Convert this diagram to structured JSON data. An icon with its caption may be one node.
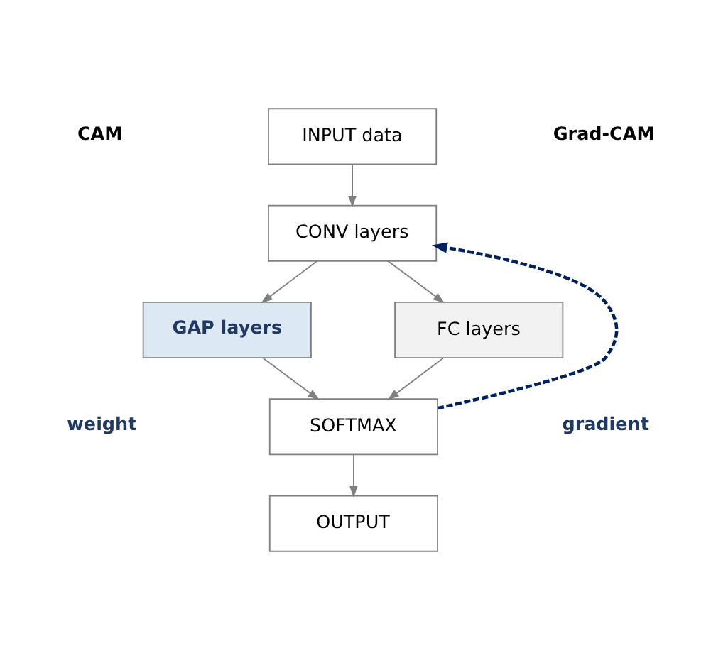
{
  "diagram": {
    "nodes": [
      {
        "text": [
          "INPUT data"
        ]
      },
      {
        "text": [
          "CONV layers"
        ]
      },
      {
        "text": [
          "GAP layers"
        ]
      },
      {
        "text": [
          "FC layers"
        ]
      },
      {
        "text": [
          "SOFTMAX"
        ]
      },
      {
        "text": [
          "OUTPUT"
        ]
      }
    ],
    "edges": [
      {
        "from": 0,
        "to": 1,
        "arrow": "to"
      },
      {
        "from": 1,
        "to": 2,
        "arrow": "to"
      },
      {
        "from": 1,
        "to": 3,
        "arrow": "to"
      },
      {
        "from": 2,
        "to": 4,
        "arrow": "to"
      },
      {
        "from": 3,
        "to": 4,
        "arrow": "to"
      },
      {
        "from": 4,
        "to": 5,
        "arrow": "to"
      },
      {
        "from": 4,
        "to": 1,
        "arrow": "to",
        "style": "dashed",
        "color": "#002060"
      }
    ],
    "labels": [
      "CAM",
      "Grad-CAM",
      "weight",
      "gradient"
    ]
  }
}
